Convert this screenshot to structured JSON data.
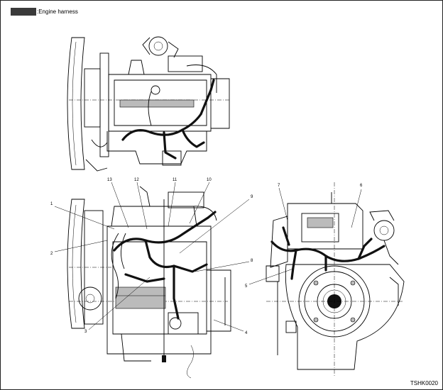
{
  "legend": {
    "label": ":Engine harness",
    "swatch_color": "#3a3a3a"
  },
  "figure_code": "TSHK0020",
  "callouts": {
    "c1": "1",
    "c2": "2",
    "c3": "3",
    "c4": "4",
    "c5": "5",
    "c6": "6",
    "c7": "7",
    "c8": "8",
    "c9": "9",
    "c10": "10",
    "c11": "11",
    "c12": "12",
    "c13": "13"
  }
}
